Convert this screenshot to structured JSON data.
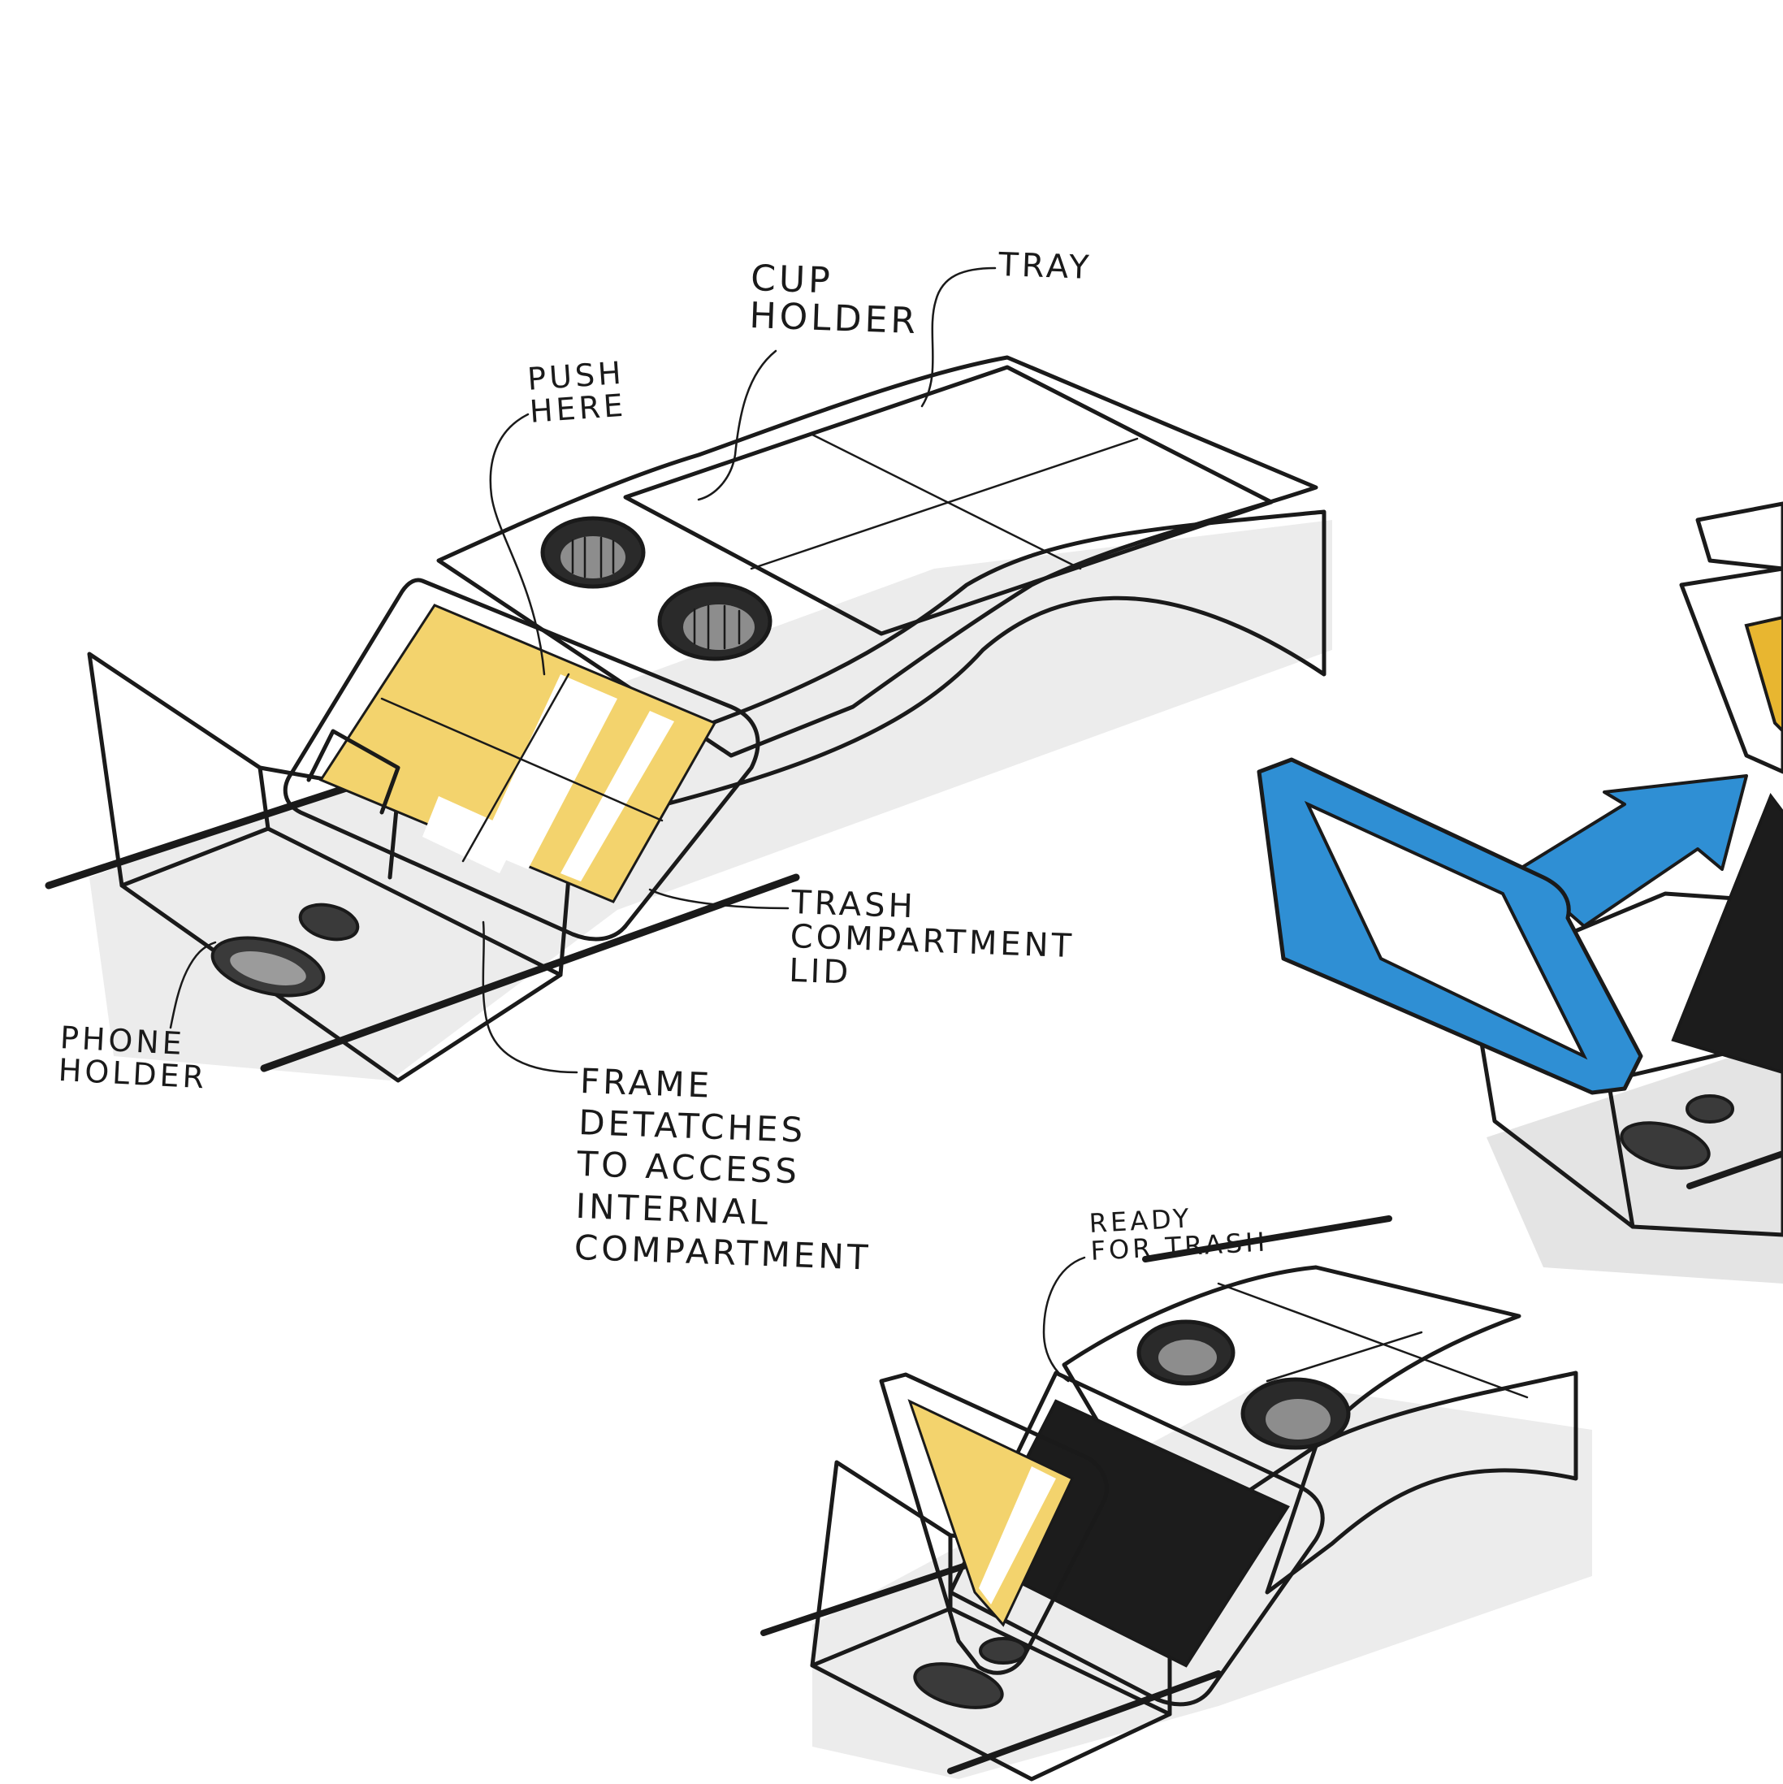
{
  "labels": {
    "cup_holder": "CUP\nHOLDER",
    "tray": "TRAY",
    "push_here": "PUSH\nHERE",
    "trash_compartment_lid": "TRASH\nCOMPARTMENT\nLID",
    "phone_holder": "PHONE\nHOLDER",
    "frame_detaches": "FRAME\nDETATCHES\nTO ACCESS\nINTERNAL\nCOMPARTMENT",
    "ready_for_trash": "READY\nFOR TRASH"
  },
  "colors": {
    "body_gray": "#d7d7d6",
    "shadow_gray": "#e6e6e6",
    "lid_yellow": "#e8b630",
    "lid_yellow_light": "#f3d36d",
    "frame_blue": "#2f8fd4",
    "interior_black": "#1c1c1c",
    "ink": "#1a1a1a"
  }
}
